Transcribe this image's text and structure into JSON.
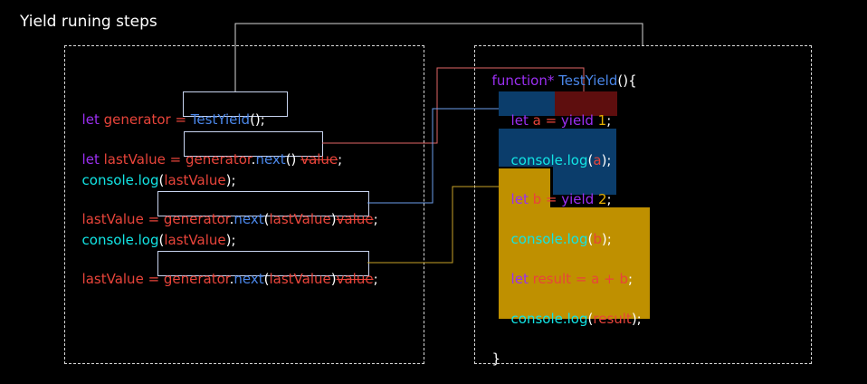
{
  "title": "Yield runing steps",
  "left_code": {
    "line1": {
      "kw": "let",
      "name": "generator",
      "eq": " = ",
      "fn": "TestYield",
      "paren": "();"
    },
    "line2": {
      "kw": "let",
      "name": "lastValue",
      "eq": " = ",
      "obj": "generator",
      "dot": ".",
      "method": "next",
      "paren": "()",
      "strike": "value",
      "semi": ";"
    },
    "line3": {
      "cn": "console.log",
      "open": "(",
      "arg": "lastValue",
      "close": ");"
    },
    "line4": {
      "name": "lastValue",
      "eq": " = ",
      "obj": "generator",
      "dot": ".",
      "method": "next",
      "open": "(",
      "arg": "lastValue",
      "close": ")",
      "strike": "value",
      "semi": ";"
    },
    "line5": {
      "cn": "console.log",
      "open": "(",
      "arg": "lastValue",
      "close": ");"
    },
    "line6": {
      "name": "lastValue",
      "eq": " = ",
      "obj": "generator",
      "dot": ".",
      "method": "next",
      "open": "(",
      "arg": "lastValue",
      "close": ")",
      "strike": "value",
      "semi": ";"
    }
  },
  "right_code": {
    "header": {
      "kw": "function*",
      "fn": "TestYield",
      "rest": "(){"
    },
    "l1": {
      "kw": "let",
      "var": "a",
      "eq": " = ",
      "ykw": "yield",
      "num": "1",
      "semi": ";"
    },
    "l2": {
      "cn": "console.log",
      "open": "(",
      "arg": "a",
      "close": ");"
    },
    "l3": {
      "kw": "let",
      "var": "b",
      "eq": " = ",
      "ykw": "yield",
      "num": "2",
      "semi": ";"
    },
    "l4": {
      "cn": "console.log",
      "open": "(",
      "arg": "b",
      "close": ");"
    },
    "l5": {
      "kw": "let",
      "var": "result",
      "eq": " = ",
      "a": "a",
      "plus": " + ",
      "b": "b",
      "semi": ";"
    },
    "l6": {
      "cn": "console.log",
      "open": "(",
      "arg": "result",
      "close": ");"
    },
    "close": "}"
  },
  "colors": {
    "background": "#000000",
    "keyword": "#9b2ff2",
    "variable": "#e8443a",
    "function": "#4a86e8",
    "console": "#12e5e5",
    "block_blue": "#0b3d6b",
    "block_red": "#5e0e0e",
    "block_gold": "#bf9000",
    "connector_gray": "#d8d8d8",
    "connector_red": "#e06666",
    "connector_blue": "#6d9eeb",
    "connector_gold": "#c9a227"
  }
}
